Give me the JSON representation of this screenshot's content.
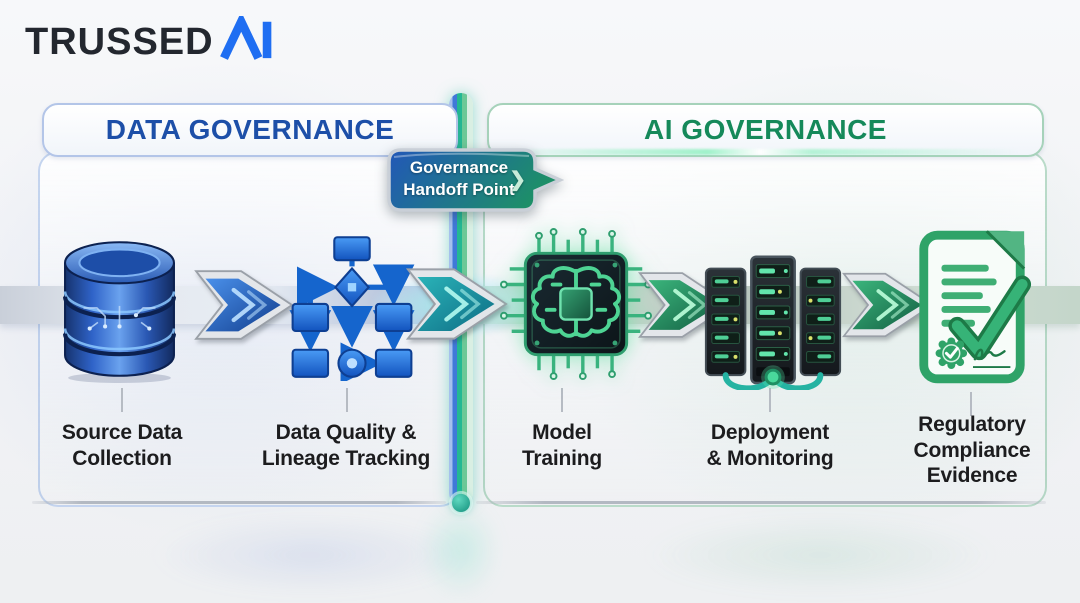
{
  "brand": {
    "name": "TRUSSED",
    "logo_glyph": "ai-delta-monogram-icon",
    "glyph_color": "#1f6ef2",
    "text_color": "#23272f"
  },
  "sections": [
    {
      "id": "data-governance",
      "title": "DATA GOVERNANCE",
      "accent_color": "#1d4fa8",
      "border_color": "#b3c5e8"
    },
    {
      "id": "ai-governance",
      "title": "AI GOVERNANCE",
      "accent_color": "#15895a",
      "border_color": "#a6d2ba"
    }
  ],
  "handoff": {
    "line1": "Governance",
    "line2": "Handoff Point",
    "chevron": "❯",
    "gradient_start": "#2257b8",
    "gradient_end": "#1d8f68",
    "border_color": "#c9cfd7"
  },
  "stages": [
    {
      "section": "DATA GOVERNANCE",
      "icon": "database-icon",
      "lines": [
        "Source Data",
        "Collection"
      ]
    },
    {
      "section": "DATA GOVERNANCE",
      "icon": "flowchart-icon",
      "lines": [
        "Data Quality &",
        "Lineage Tracking"
      ]
    },
    {
      "section": "AI GOVERNANCE",
      "icon": "ai-chip-brain-icon",
      "lines": [
        "Model",
        "Training"
      ]
    },
    {
      "section": "AI GOVERNANCE",
      "icon": "server-rack-icon",
      "lines": [
        "Deployment",
        "& Monitoring"
      ]
    },
    {
      "section": "AI GOVERNANCE",
      "icon": "compliance-document-icon",
      "lines": [
        "Regulatory",
        "Compliance",
        "Evidence"
      ]
    }
  ],
  "arrows": [
    {
      "name": "flow-arrow-1",
      "color_theme": "blue",
      "from": "Source Data Collection",
      "to": "Data Quality & Lineage Tracking"
    },
    {
      "name": "handoff-arrow",
      "color_theme": "teal",
      "from": "Data Quality & Lineage Tracking",
      "to": "Model Training"
    },
    {
      "name": "flow-arrow-2",
      "color_theme": "green",
      "from": "Model Training",
      "to": "Deployment & Monitoring"
    },
    {
      "name": "flow-arrow-3",
      "color_theme": "green",
      "from": "Deployment & Monitoring",
      "to": "Regulatory Compliance Evidence"
    }
  ],
  "colors": {
    "arrow_blue": [
      "#4a90ea",
      "#123e8e"
    ],
    "arrow_teal": [
      "#2ab3b8",
      "#0e6d85"
    ],
    "arrow_green": [
      "#3bb57c",
      "#136043"
    ],
    "divider_strands": [
      "#a6c0ec",
      "#4079d8",
      "#23b893",
      "#6cc897",
      "#d9efe3"
    ],
    "label_text": "#1c1c1e"
  }
}
